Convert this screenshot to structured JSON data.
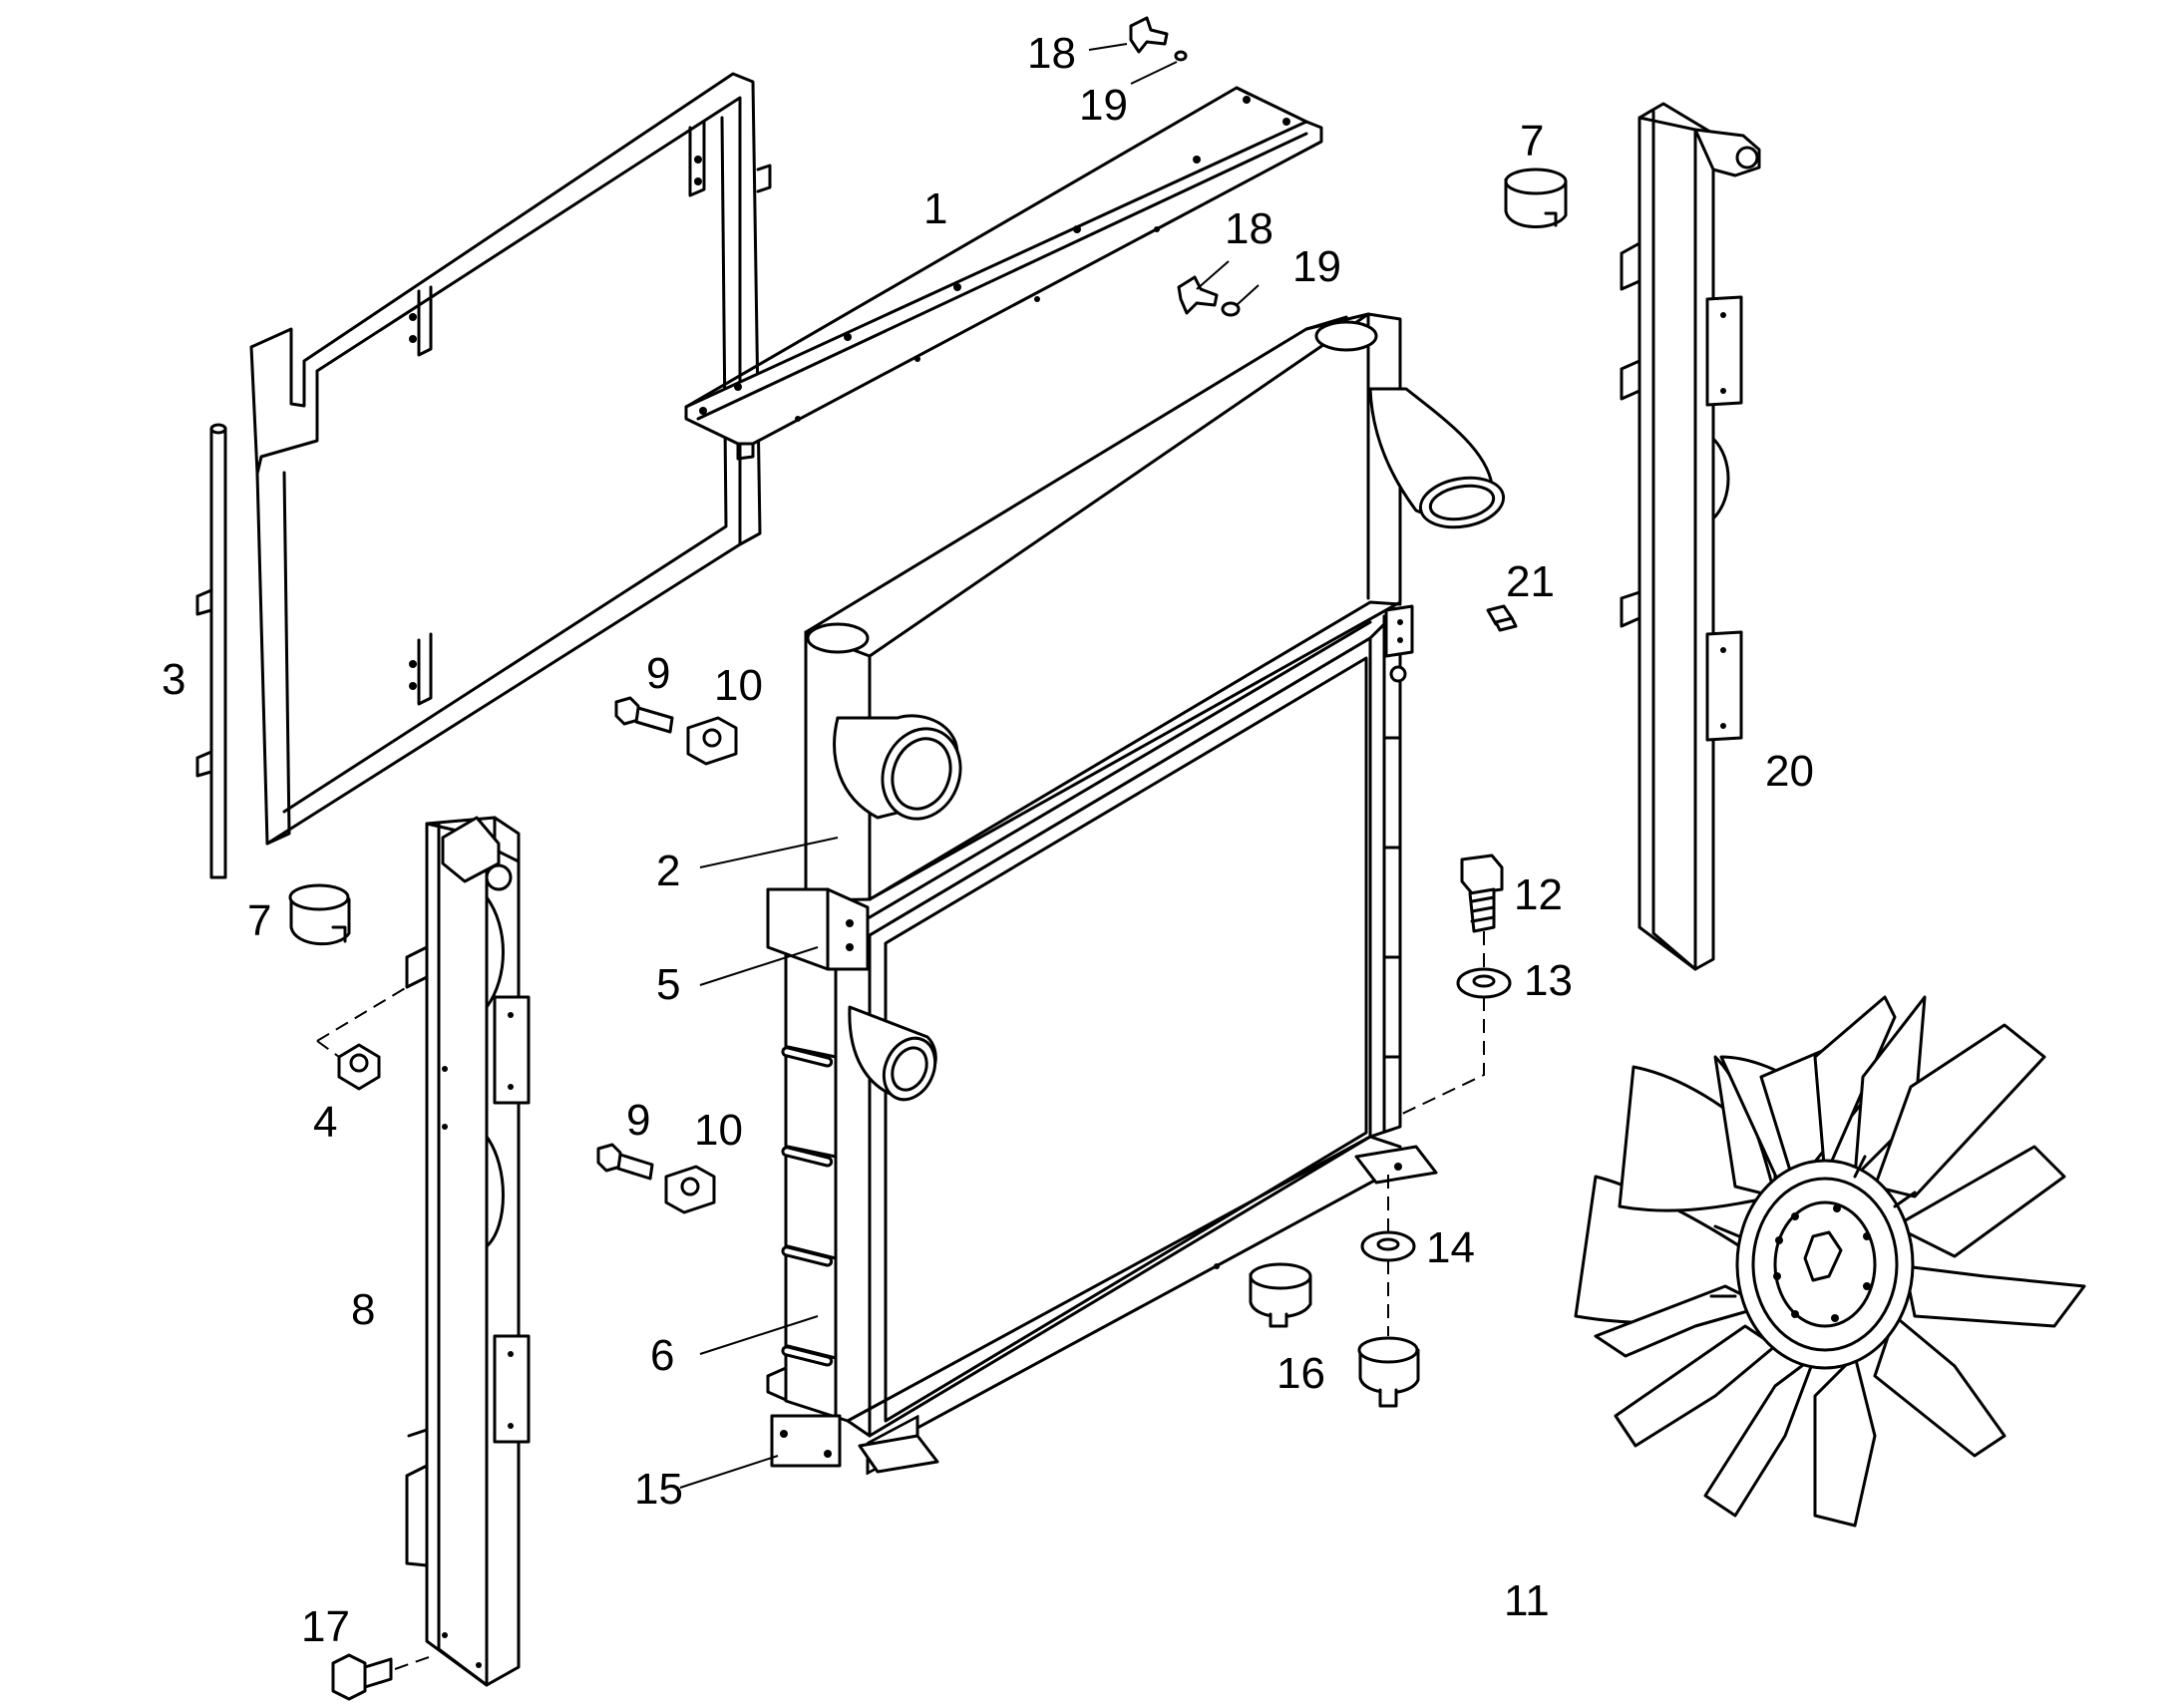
{
  "callouts": [
    {
      "id": "1",
      "text": "1"
    },
    {
      "id": "2",
      "text": "2"
    },
    {
      "id": "3",
      "text": "3"
    },
    {
      "id": "4",
      "text": "4"
    },
    {
      "id": "5",
      "text": "5"
    },
    {
      "id": "6",
      "text": "6"
    },
    {
      "id": "7a",
      "text": "7"
    },
    {
      "id": "7b",
      "text": "7"
    },
    {
      "id": "8",
      "text": "8"
    },
    {
      "id": "9a",
      "text": "9"
    },
    {
      "id": "9b",
      "text": "9"
    },
    {
      "id": "10a",
      "text": "10"
    },
    {
      "id": "10b",
      "text": "10"
    },
    {
      "id": "11",
      "text": "11"
    },
    {
      "id": "12",
      "text": "12"
    },
    {
      "id": "13",
      "text": "13"
    },
    {
      "id": "14",
      "text": "14"
    },
    {
      "id": "15",
      "text": "15"
    },
    {
      "id": "16",
      "text": "16"
    },
    {
      "id": "17",
      "text": "17"
    },
    {
      "id": "18a",
      "text": "18"
    },
    {
      "id": "18b",
      "text": "18"
    },
    {
      "id": "19a",
      "text": "19"
    },
    {
      "id": "19b",
      "text": "19"
    },
    {
      "id": "20",
      "text": "20"
    },
    {
      "id": "21",
      "text": "21"
    }
  ]
}
